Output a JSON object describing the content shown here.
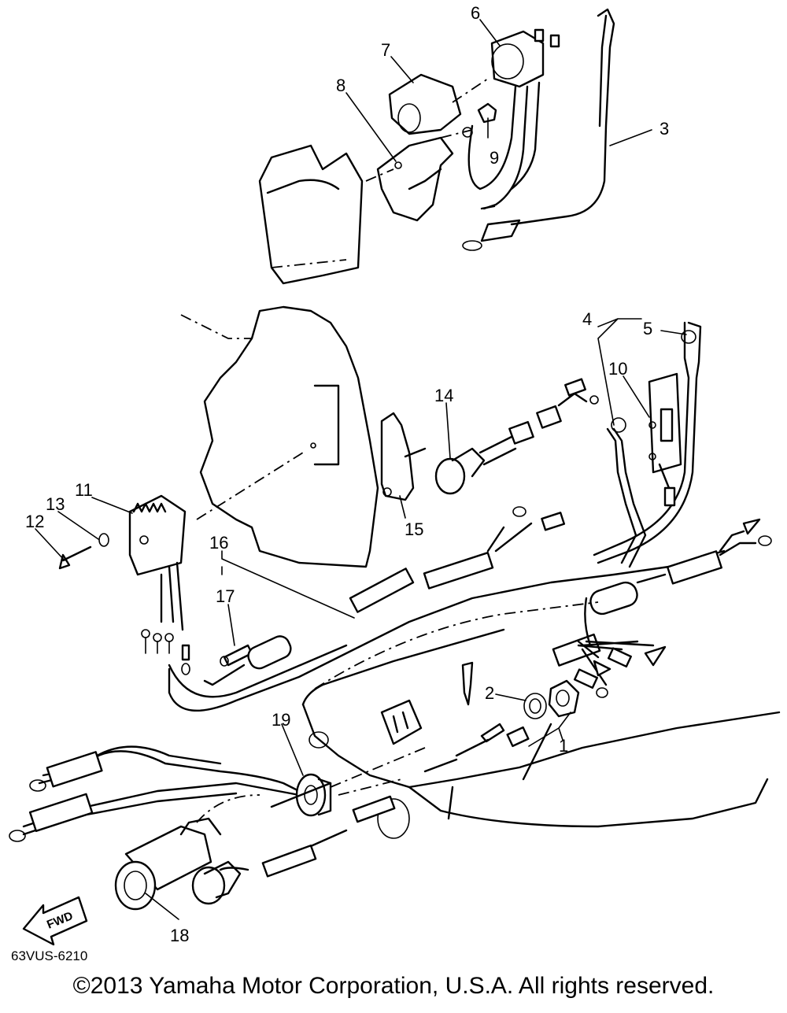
{
  "diagram": {
    "callouts": [
      {
        "id": "c1",
        "label": "1"
      },
      {
        "id": "c2",
        "label": "2"
      },
      {
        "id": "c3",
        "label": "3"
      },
      {
        "id": "c4",
        "label": "4"
      },
      {
        "id": "c5",
        "label": "5"
      },
      {
        "id": "c6",
        "label": "6"
      },
      {
        "id": "c7",
        "label": "7"
      },
      {
        "id": "c8",
        "label": "8"
      },
      {
        "id": "c9",
        "label": "9"
      },
      {
        "id": "c10",
        "label": "10"
      },
      {
        "id": "c11",
        "label": "11"
      },
      {
        "id": "c12",
        "label": "12"
      },
      {
        "id": "c13",
        "label": "13"
      },
      {
        "id": "c14",
        "label": "14"
      },
      {
        "id": "c15",
        "label": "15"
      },
      {
        "id": "c16",
        "label": "16"
      },
      {
        "id": "c17",
        "label": "17"
      },
      {
        "id": "c18",
        "label": "18"
      },
      {
        "id": "c19",
        "label": "19"
      }
    ],
    "fwd_label": "FWD",
    "diagram_code": "63VUS-6210"
  },
  "footer": {
    "copyright": "©2013 Yamaha Motor Corporation, U.S.A. All rights reserved."
  }
}
